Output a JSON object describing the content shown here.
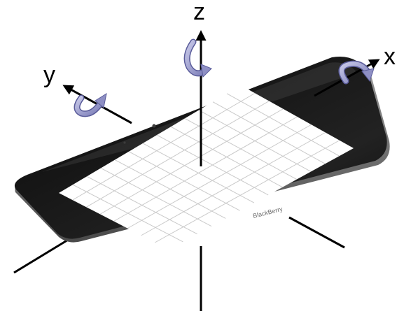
{
  "axes": {
    "x": {
      "label": "x"
    },
    "y": {
      "label": "y"
    },
    "z": {
      "label": "z"
    }
  },
  "device": {
    "brand": "BlackBerry"
  },
  "grid": {
    "rows": 8,
    "cols": 13
  },
  "colors": {
    "axis": "#000000",
    "bezel": "#1c1c1c",
    "screen": "#ffffff",
    "grid_line": "#c9c9c9",
    "rotation_arrow": "#8e8fc4"
  },
  "icons": [
    "rotation-arrow-z-icon",
    "rotation-arrow-y-icon",
    "rotation-arrow-x-icon"
  ]
}
